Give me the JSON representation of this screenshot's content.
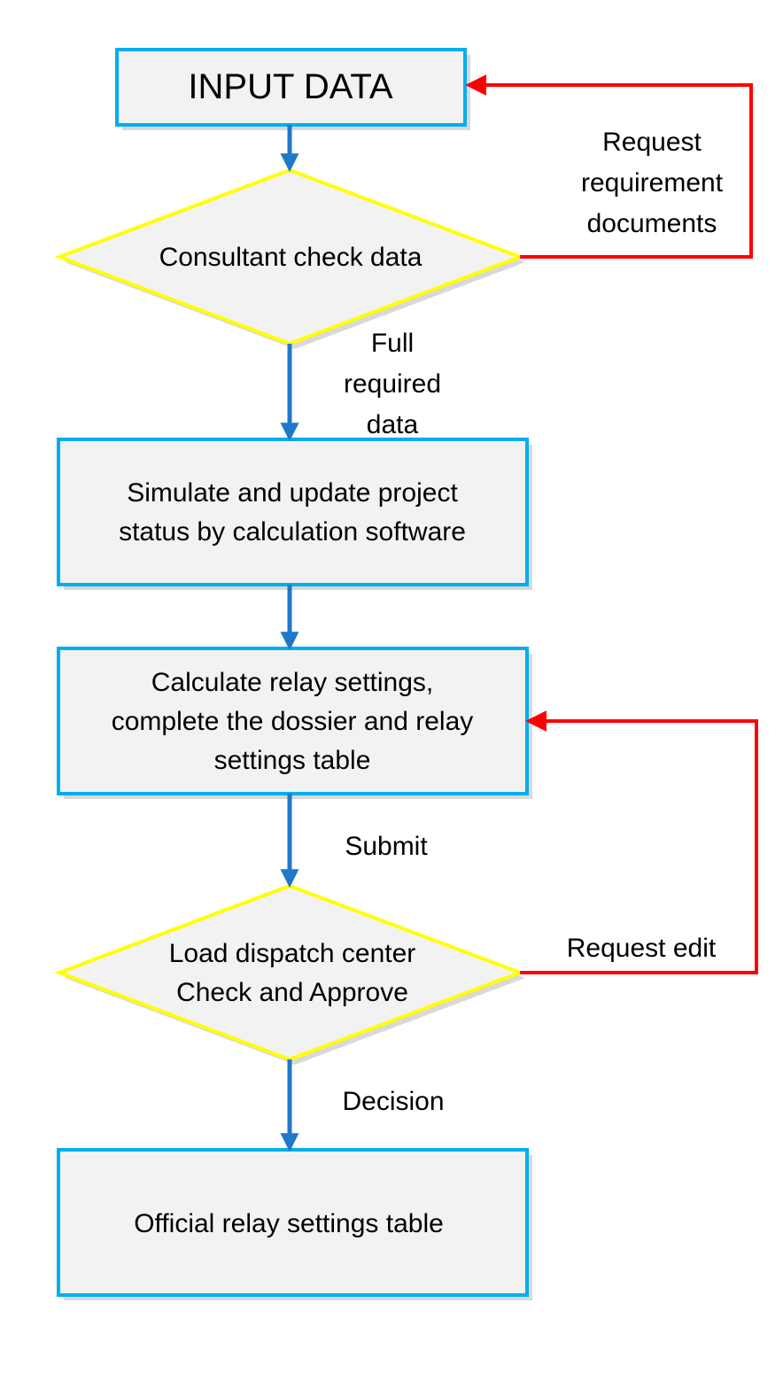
{
  "colors": {
    "box_border": "#00AEEF",
    "decision_border": "#FFFF00",
    "node_fill": "#F2F2F2",
    "flow_arrow": "#1F78C8",
    "feedback_arrow": "#FF0000",
    "shadow": "#D0D0D0"
  },
  "nodes": {
    "input_data": {
      "lines": [
        "INPUT DATA"
      ]
    },
    "consultant_check": {
      "lines": [
        "Consultant check data"
      ]
    },
    "simulate": {
      "lines": [
        "Simulate and update project",
        "status by calculation software"
      ]
    },
    "calculate": {
      "lines": [
        "Calculate relay settings,",
        "complete the dossier and relay",
        "settings table"
      ]
    },
    "dispatch_check": {
      "lines": [
        "Load dispatch center",
        "Check and Approve"
      ]
    },
    "official_table": {
      "lines": [
        "Official relay settings table"
      ]
    }
  },
  "edges": {
    "request_documents": {
      "lines": [
        "Request",
        "requirement",
        "documents"
      ]
    },
    "full_required": {
      "lines": [
        "Full",
        "required",
        "data"
      ]
    },
    "submit": {
      "lines": [
        "Submit"
      ]
    },
    "request_edit": {
      "lines": [
        "Request edit"
      ]
    },
    "decision": {
      "lines": [
        "Decision"
      ]
    }
  }
}
